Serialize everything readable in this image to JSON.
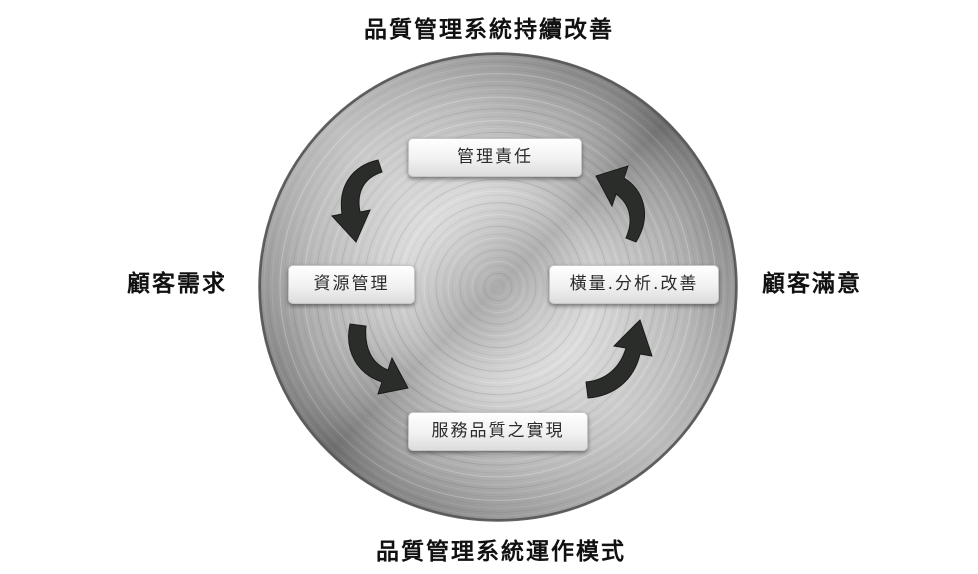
{
  "diagram": {
    "title_top": "品質管理系統持續改善",
    "title_bottom": "品質管理系統運作模式",
    "label_left": "顧客需求",
    "label_right": "顧客滿意",
    "nodes": {
      "top": "管理責任",
      "left": "資源管理",
      "right": "橫量.分析.改善",
      "bottom": "服務品質之實現"
    }
  },
  "colors": {
    "disc_light": "#e8e8e8",
    "disc_dark": "#6a6a6a",
    "arrow": "#2a2d29",
    "text": "#111111"
  }
}
